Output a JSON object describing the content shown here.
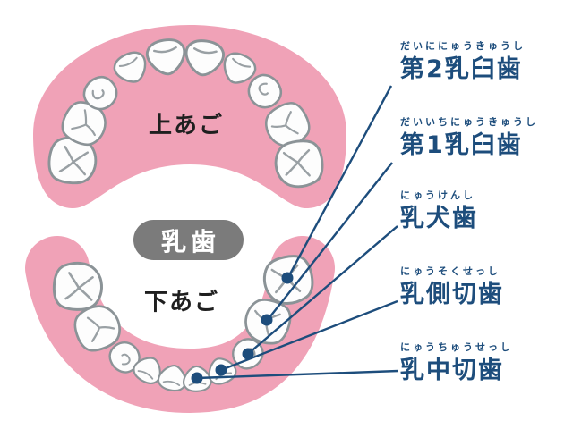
{
  "badge": {
    "text": "乳歯"
  },
  "jaws": {
    "upper": "上あご",
    "lower": "下あご"
  },
  "teeth_labels": [
    {
      "furigana": "だいににゅうきゅうし",
      "name": "第2乳臼歯"
    },
    {
      "furigana": "だいいちにゅうきゅうし",
      "name": "第1乳臼歯"
    },
    {
      "furigana": "にゅうけんし",
      "name": "乳犬歯"
    },
    {
      "furigana": "にゅうそくせっし",
      "name": "乳側切歯"
    },
    {
      "furigana": "にゅうちゅうせっし",
      "name": "乳中切歯"
    }
  ],
  "colors": {
    "gum_pink": "#f0a2b7",
    "label_navy": "#1d4d7c",
    "badge_gray": "#7b7b7b",
    "tooth_outline": "#8b9397"
  }
}
